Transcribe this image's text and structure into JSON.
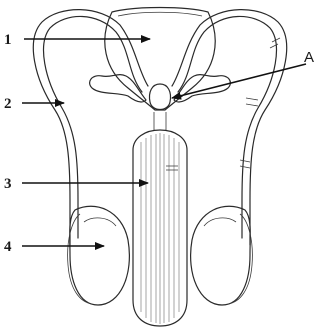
{
  "labels": {
    "one": "1",
    "two": "2",
    "three": "3",
    "four": "4",
    "a": "A"
  }
}
